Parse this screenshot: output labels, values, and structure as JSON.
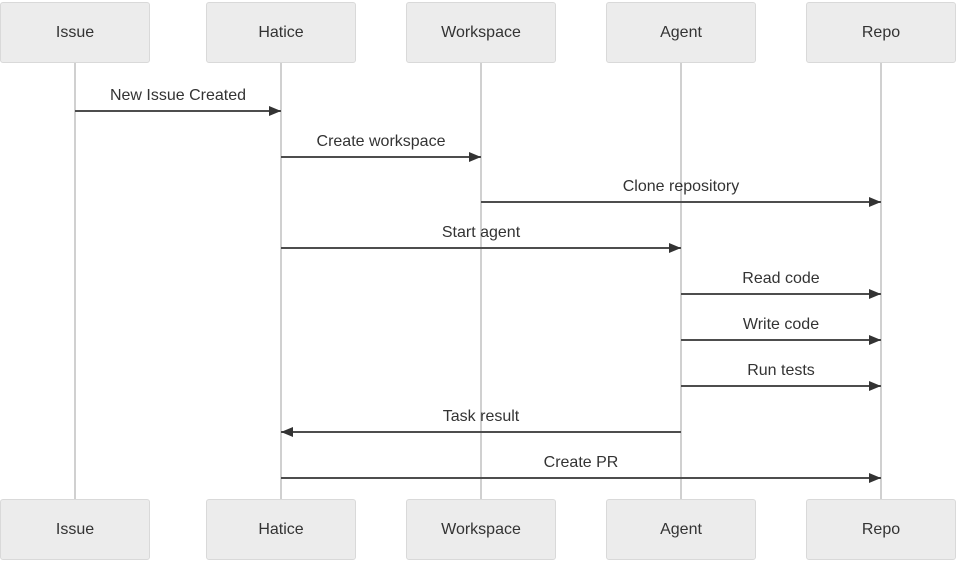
{
  "diagram": {
    "type": "sequence",
    "participants": [
      {
        "name": "Issue"
      },
      {
        "name": "Hatice"
      },
      {
        "name": "Workspace"
      },
      {
        "name": "Agent"
      },
      {
        "name": "Repo"
      }
    ],
    "messages": [
      {
        "from": "Issue",
        "to": "Hatice",
        "label": "New Issue Created",
        "direction": "right",
        "line_style": "solid"
      },
      {
        "from": "Hatice",
        "to": "Workspace",
        "label": "Create workspace",
        "direction": "right",
        "line_style": "solid"
      },
      {
        "from": "Workspace",
        "to": "Repo",
        "label": "Clone repository",
        "direction": "right",
        "line_style": "solid"
      },
      {
        "from": "Hatice",
        "to": "Agent",
        "label": "Start agent",
        "direction": "right",
        "line_style": "solid"
      },
      {
        "from": "Agent",
        "to": "Repo",
        "label": "Read code",
        "direction": "right",
        "line_style": "solid"
      },
      {
        "from": "Agent",
        "to": "Repo",
        "label": "Write code",
        "direction": "right",
        "line_style": "solid"
      },
      {
        "from": "Agent",
        "to": "Repo",
        "label": "Run tests",
        "direction": "right",
        "line_style": "solid"
      },
      {
        "from": "Agent",
        "to": "Hatice",
        "label": "Task result",
        "direction": "left",
        "line_style": "solid"
      },
      {
        "from": "Hatice",
        "to": "Repo",
        "label": "Create PR",
        "direction": "right",
        "line_style": "solid"
      }
    ],
    "colors": {
      "background": "#ffffff",
      "actor_fill": "#ececec",
      "actor_border": "#d9d9d9",
      "signal_line": "#4d4d4d",
      "arrowhead": "#333333",
      "lifeline": "#d0d0d0",
      "text": "#333333"
    }
  }
}
